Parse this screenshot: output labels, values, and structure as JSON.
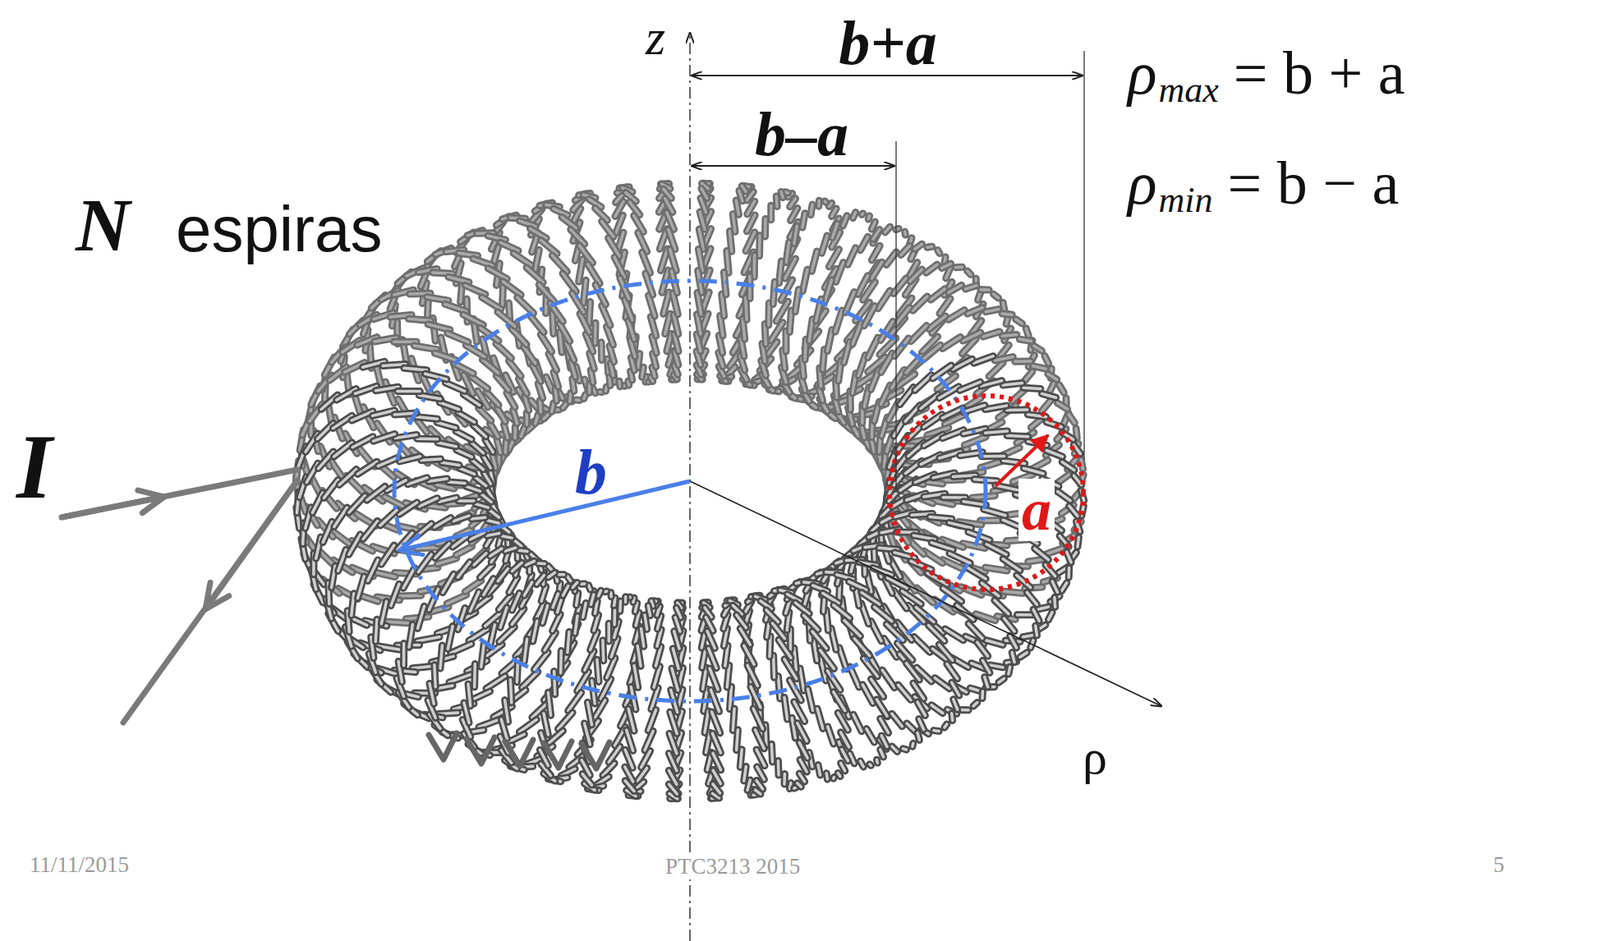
{
  "diagram": {
    "labels": [
      "z",
      "b+a",
      "b–a",
      "ρ",
      "max",
      "= b + a",
      "ρ",
      "min",
      "= b − a",
      "N",
      "espiras",
      "I",
      "b",
      "a",
      "ρ",
      "11/11/2015",
      "PTC3213 2015",
      "5"
    ]
  }
}
